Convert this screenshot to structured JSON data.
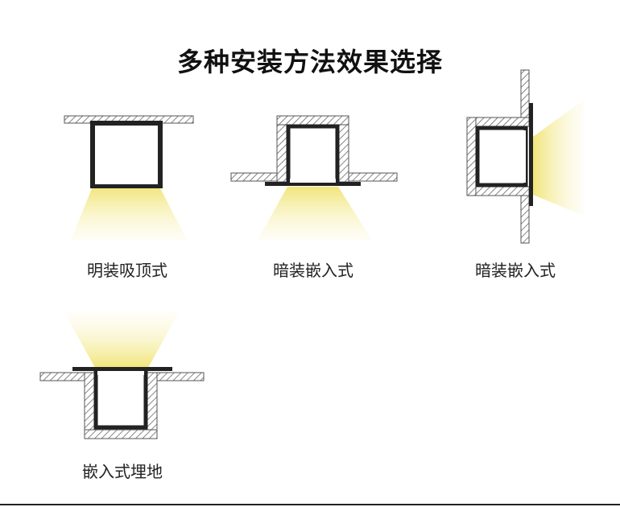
{
  "title": "多种安装方法效果选择",
  "methods": [
    {
      "label": "明装吸顶式"
    },
    {
      "label": "暗装嵌入式"
    },
    {
      "label": "暗装嵌入式"
    },
    {
      "label": "嵌入式埋地"
    }
  ],
  "colors": {
    "hatch_line": "#666666",
    "profile": "#222222",
    "light": "#f3e98f",
    "diffuser": "#ffffff"
  }
}
